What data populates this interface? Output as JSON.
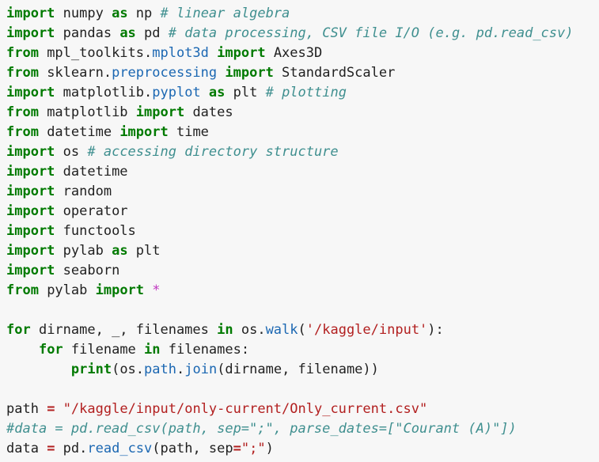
{
  "cell": {
    "lines": [
      [
        {
          "t": "import",
          "c": "kw"
        },
        {
          "t": " numpy ",
          "c": "tx"
        },
        {
          "t": "as",
          "c": "kw"
        },
        {
          "t": " np ",
          "c": "tx"
        },
        {
          "t": "# linear algebra",
          "c": "cm"
        }
      ],
      [
        {
          "t": "import",
          "c": "kw"
        },
        {
          "t": " pandas ",
          "c": "tx"
        },
        {
          "t": "as",
          "c": "kw"
        },
        {
          "t": " pd ",
          "c": "tx"
        },
        {
          "t": "# data processing, CSV file I/O (e.g. pd.read_csv)",
          "c": "cm"
        }
      ],
      [
        {
          "t": "from",
          "c": "kw"
        },
        {
          "t": " mpl_toolkits.",
          "c": "tx"
        },
        {
          "t": "mplot3d",
          "c": "at"
        },
        {
          "t": " ",
          "c": "tx"
        },
        {
          "t": "import",
          "c": "kw"
        },
        {
          "t": " Axes3D",
          "c": "tx"
        }
      ],
      [
        {
          "t": "from",
          "c": "kw"
        },
        {
          "t": " sklearn.",
          "c": "tx"
        },
        {
          "t": "preprocessing",
          "c": "at"
        },
        {
          "t": " ",
          "c": "tx"
        },
        {
          "t": "import",
          "c": "kw"
        },
        {
          "t": " StandardScaler",
          "c": "tx"
        }
      ],
      [
        {
          "t": "import",
          "c": "kw"
        },
        {
          "t": " matplotlib.",
          "c": "tx"
        },
        {
          "t": "pyplot",
          "c": "at"
        },
        {
          "t": " ",
          "c": "tx"
        },
        {
          "t": "as",
          "c": "kw"
        },
        {
          "t": " plt ",
          "c": "tx"
        },
        {
          "t": "# plotting",
          "c": "cm"
        }
      ],
      [
        {
          "t": "from",
          "c": "kw"
        },
        {
          "t": " matplotlib ",
          "c": "tx"
        },
        {
          "t": "import",
          "c": "kw"
        },
        {
          "t": " dates",
          "c": "tx"
        }
      ],
      [
        {
          "t": "from",
          "c": "kw"
        },
        {
          "t": " datetime ",
          "c": "tx"
        },
        {
          "t": "import",
          "c": "kw"
        },
        {
          "t": " time",
          "c": "tx"
        }
      ],
      [
        {
          "t": "import",
          "c": "kw"
        },
        {
          "t": " os ",
          "c": "tx"
        },
        {
          "t": "# accessing directory structure",
          "c": "cm"
        }
      ],
      [
        {
          "t": "import",
          "c": "kw"
        },
        {
          "t": " datetime",
          "c": "tx"
        }
      ],
      [
        {
          "t": "import",
          "c": "kw"
        },
        {
          "t": " random",
          "c": "tx"
        }
      ],
      [
        {
          "t": "import",
          "c": "kw"
        },
        {
          "t": " operator",
          "c": "tx"
        }
      ],
      [
        {
          "t": "import",
          "c": "kw"
        },
        {
          "t": " functools",
          "c": "tx"
        }
      ],
      [
        {
          "t": "import",
          "c": "kw"
        },
        {
          "t": " pylab ",
          "c": "tx"
        },
        {
          "t": "as",
          "c": "kw"
        },
        {
          "t": " plt",
          "c": "tx"
        }
      ],
      [
        {
          "t": "import",
          "c": "kw"
        },
        {
          "t": " seaborn",
          "c": "tx"
        }
      ],
      [
        {
          "t": "from",
          "c": "kw"
        },
        {
          "t": " pylab ",
          "c": "tx"
        },
        {
          "t": "import",
          "c": "kw"
        },
        {
          "t": " ",
          "c": "tx"
        },
        {
          "t": "*",
          "c": "op"
        }
      ],
      [],
      [
        {
          "t": "for",
          "c": "kw"
        },
        {
          "t": " dirname, _, filenames ",
          "c": "tx"
        },
        {
          "t": "in",
          "c": "kw"
        },
        {
          "t": " os.",
          "c": "tx"
        },
        {
          "t": "walk",
          "c": "at"
        },
        {
          "t": "(",
          "c": "tx"
        },
        {
          "t": "'/kaggle/input'",
          "c": "st"
        },
        {
          "t": "):",
          "c": "tx"
        }
      ],
      [
        {
          "t": "    ",
          "c": "tx"
        },
        {
          "t": "for",
          "c": "kw"
        },
        {
          "t": " filename ",
          "c": "tx"
        },
        {
          "t": "in",
          "c": "kw"
        },
        {
          "t": " filenames:",
          "c": "tx"
        }
      ],
      [
        {
          "t": "        ",
          "c": "tx"
        },
        {
          "t": "print",
          "c": "kw"
        },
        {
          "t": "(os.",
          "c": "tx"
        },
        {
          "t": "path",
          "c": "at"
        },
        {
          "t": ".",
          "c": "tx"
        },
        {
          "t": "join",
          "c": "at"
        },
        {
          "t": "(dirname, filename))",
          "c": "tx"
        }
      ],
      [],
      [
        {
          "t": "path ",
          "c": "tx"
        },
        {
          "t": "=",
          "c": "eq"
        },
        {
          "t": " ",
          "c": "tx"
        },
        {
          "t": "\"/kaggle/input/only-current/Only_current.csv\"",
          "c": "st"
        }
      ],
      [
        {
          "t": "#data = pd.read_csv(path, sep=\";\", parse_dates=[\"Courant (A)\"])",
          "c": "cm"
        }
      ],
      [
        {
          "t": "data ",
          "c": "tx"
        },
        {
          "t": "=",
          "c": "eq"
        },
        {
          "t": " pd.",
          "c": "tx"
        },
        {
          "t": "read_csv",
          "c": "at"
        },
        {
          "t": "(path, sep",
          "c": "tx"
        },
        {
          "t": "=",
          "c": "eq"
        },
        {
          "t": "\";\"",
          "c": "st"
        },
        {
          "t": ")",
          "c": "tx"
        }
      ]
    ]
  },
  "colors": {
    "background": "#f7f7f7",
    "keyword": "#007a00",
    "comment": "#3f8f8f",
    "string": "#b21f1f",
    "attribute": "#1b67b2",
    "operator_star": "#c036c0",
    "text": "#212121"
  }
}
